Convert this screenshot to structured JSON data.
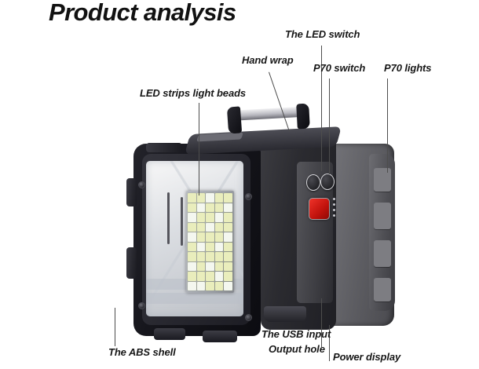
{
  "page": {
    "title": "Product analysis",
    "background_color": "#ffffff"
  },
  "product": {
    "name": "portable-led-floodlight",
    "body_color": "#6f6f74",
    "shell_color": "#15151b",
    "lens_color": "#eceef2",
    "led_color": "#e9edbc",
    "power_display_color": "#d0120c",
    "led_grid": {
      "columns": 5,
      "rows": 10
    }
  },
  "callouts": [
    {
      "id": "led-strips-light-beads",
      "label": "LED strips light beads"
    },
    {
      "id": "hand-wrap",
      "label": "Hand wrap"
    },
    {
      "id": "the-led-switch",
      "label": "The LED switch"
    },
    {
      "id": "p70-switch",
      "label": "P70 switch"
    },
    {
      "id": "p70-lights",
      "label": "P70 lights"
    },
    {
      "id": "the-abs-shell",
      "label": "The ABS shell"
    },
    {
      "id": "the-usb-input",
      "label": "The USB input"
    },
    {
      "id": "output-hole",
      "label": "Output hole"
    },
    {
      "id": "power-display",
      "label": "Power display"
    }
  ]
}
